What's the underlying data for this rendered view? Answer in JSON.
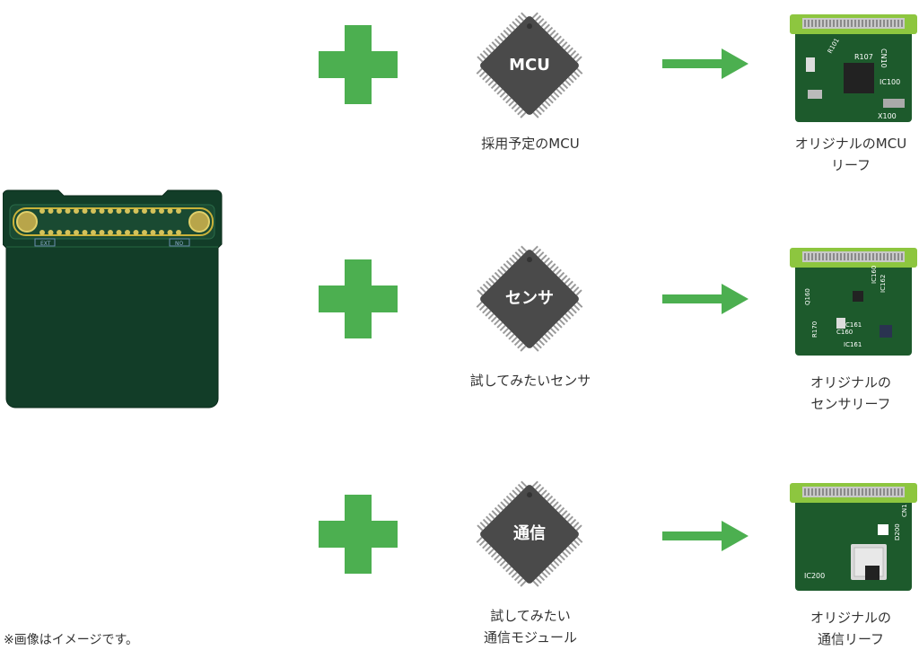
{
  "rows": [
    {
      "chip_text": "MCU",
      "chip_caption": [
        "採用予定のMCU"
      ],
      "leaf_caption": [
        "オリジナルのMCU",
        "リーフ"
      ]
    },
    {
      "chip_text": "センサ",
      "chip_caption": [
        "試してみたいセンサ"
      ],
      "leaf_caption": [
        "オリジナルの",
        "センサリーフ"
      ]
    },
    {
      "chip_text": "通信",
      "chip_caption": [
        "試してみたい",
        "通信モジュール"
      ],
      "leaf_caption": [
        "オリジナルの",
        "通信リーフ"
      ]
    }
  ],
  "leaf_silkscreen": {
    "mcu": [
      "CN10",
      "R107",
      "IC100",
      "X100",
      "R101"
    ],
    "sensor": [
      "IC160",
      "IC162",
      "C161",
      "C160",
      "R170",
      "IC161",
      "Q160"
    ],
    "comm": [
      "IC200",
      "D200",
      "CN1"
    ]
  },
  "base_silkscreen": [
    "EXT",
    "NO"
  ],
  "note": "※画像はイメージです。",
  "colors": {
    "accent_green": "#4caf50",
    "chip_body": "#4a4a4a",
    "board_green": "#123d28",
    "leaf_green": "#1d5a2c",
    "connector_lime": "#8dc63f"
  }
}
